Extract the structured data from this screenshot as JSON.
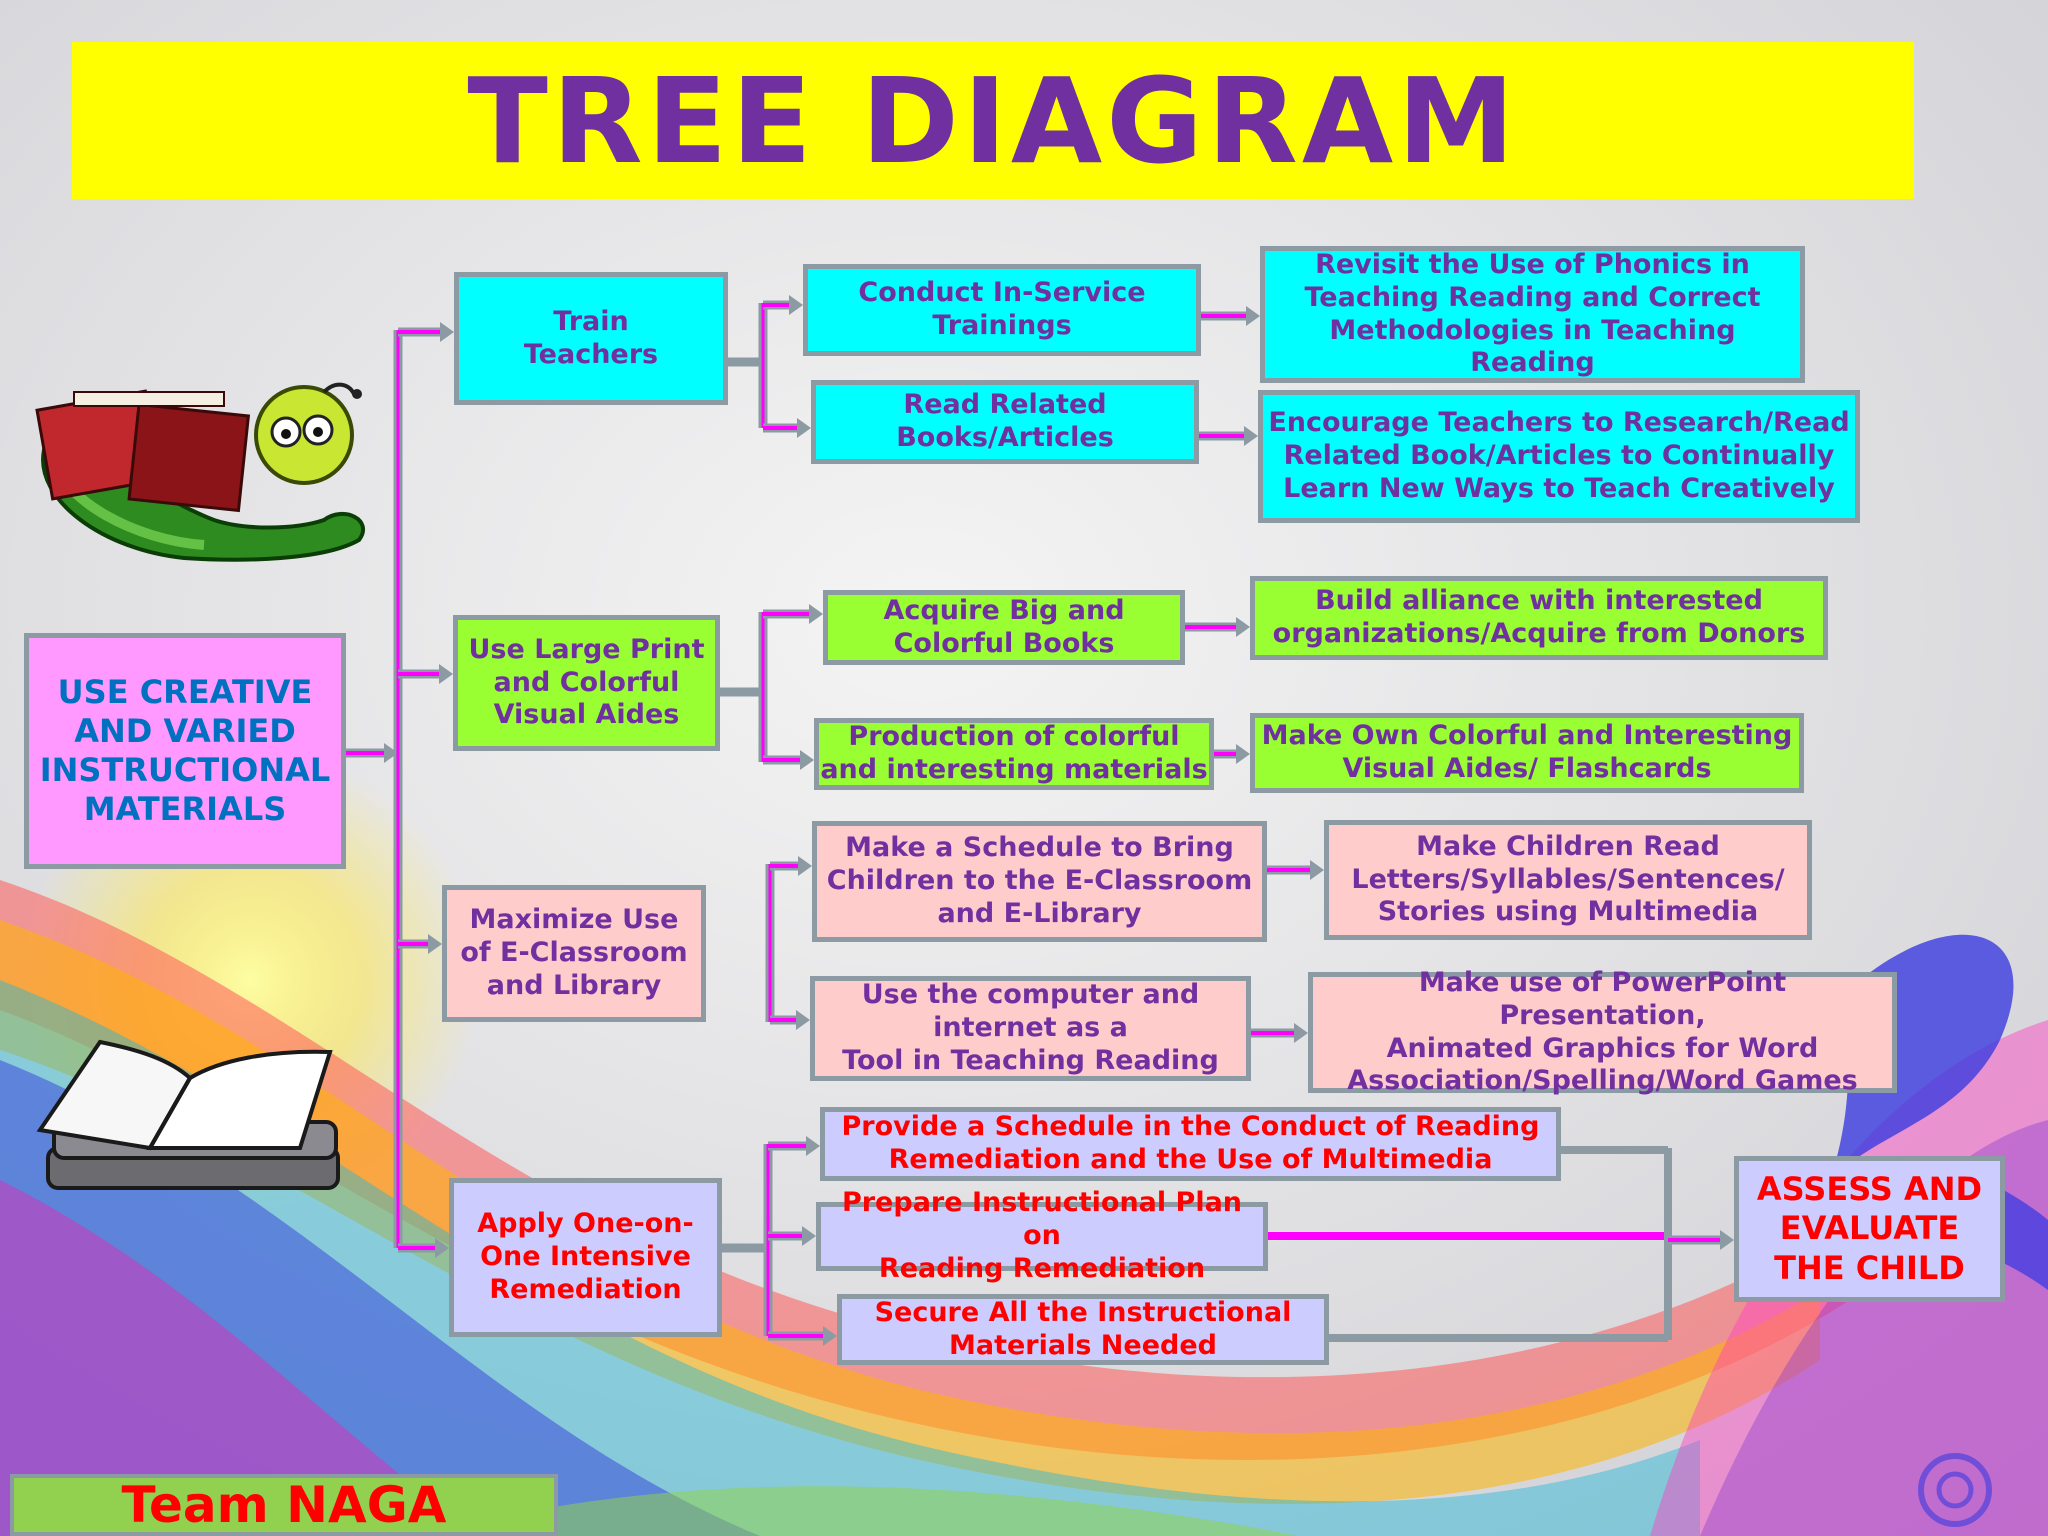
{
  "title": "TREE DIAGRAM",
  "root": "USE CREATIVE\nAND VARIED\nINSTRUCTIONAL\nMATERIALS",
  "branches": [
    {
      "label": "Train\nTeachers",
      "children": [
        {
          "label": "Conduct In-Service\nTrainings",
          "outcome": "Revisit the Use of Phonics in\nTeaching Reading and Correct\nMethodologies in Teaching Reading"
        },
        {
          "label": "Read Related\nBooks/Articles",
          "outcome": "Encourage Teachers to Research/Read\nRelated Book/Articles to Continually\nLearn New Ways to Teach Creatively"
        }
      ]
    },
    {
      "label": "Use Large Print\nand Colorful\nVisual Aides",
      "children": [
        {
          "label": "Acquire Big and\nColorful Books",
          "outcome": "Build alliance with interested\norganizations/Acquire from Donors"
        },
        {
          "label": "Production of colorful\nand interesting materials",
          "outcome": "Make Own Colorful and Interesting\nVisual Aides/ Flashcards"
        }
      ]
    },
    {
      "label": "Maximize Use\nof E-Classroom\nand Library",
      "children": [
        {
          "label": "Make a Schedule to Bring\nChildren to the E-Classroom\nand E-Library",
          "outcome": "Make Children Read\nLetters/Syllables/Sentences/\nStories using Multimedia"
        },
        {
          "label": "Use the computer and\ninternet as a\nTool in Teaching Reading",
          "outcome": "Make use of PowerPoint Presentation,\nAnimated Graphics for Word\nAssociation/Spelling/Word Games"
        }
      ]
    },
    {
      "label": "Apply One-on-\nOne Intensive\nRemediation",
      "children": [
        {
          "label": "Provide a Schedule in the Conduct of Reading\nRemediation and the Use of Multimedia"
        },
        {
          "label": "Prepare Instructional Plan on\nReading Remediation"
        },
        {
          "label": "Secure All the Instructional\nMaterials Needed"
        }
      ]
    }
  ],
  "final": "ASSESS AND\nEVALUATE\nTHE CHILD",
  "team": "Team NAGA",
  "colors": {
    "title_bg": "#ffff00",
    "title_text": "#7030a0",
    "root_bg": "#ff99ff",
    "cyan": "#00ffff",
    "green": "#99ff33",
    "pink": "#ffcccc",
    "lavender": "#ccccff",
    "connector": "#8c9aa3",
    "arrow": "#ff00ff"
  }
}
